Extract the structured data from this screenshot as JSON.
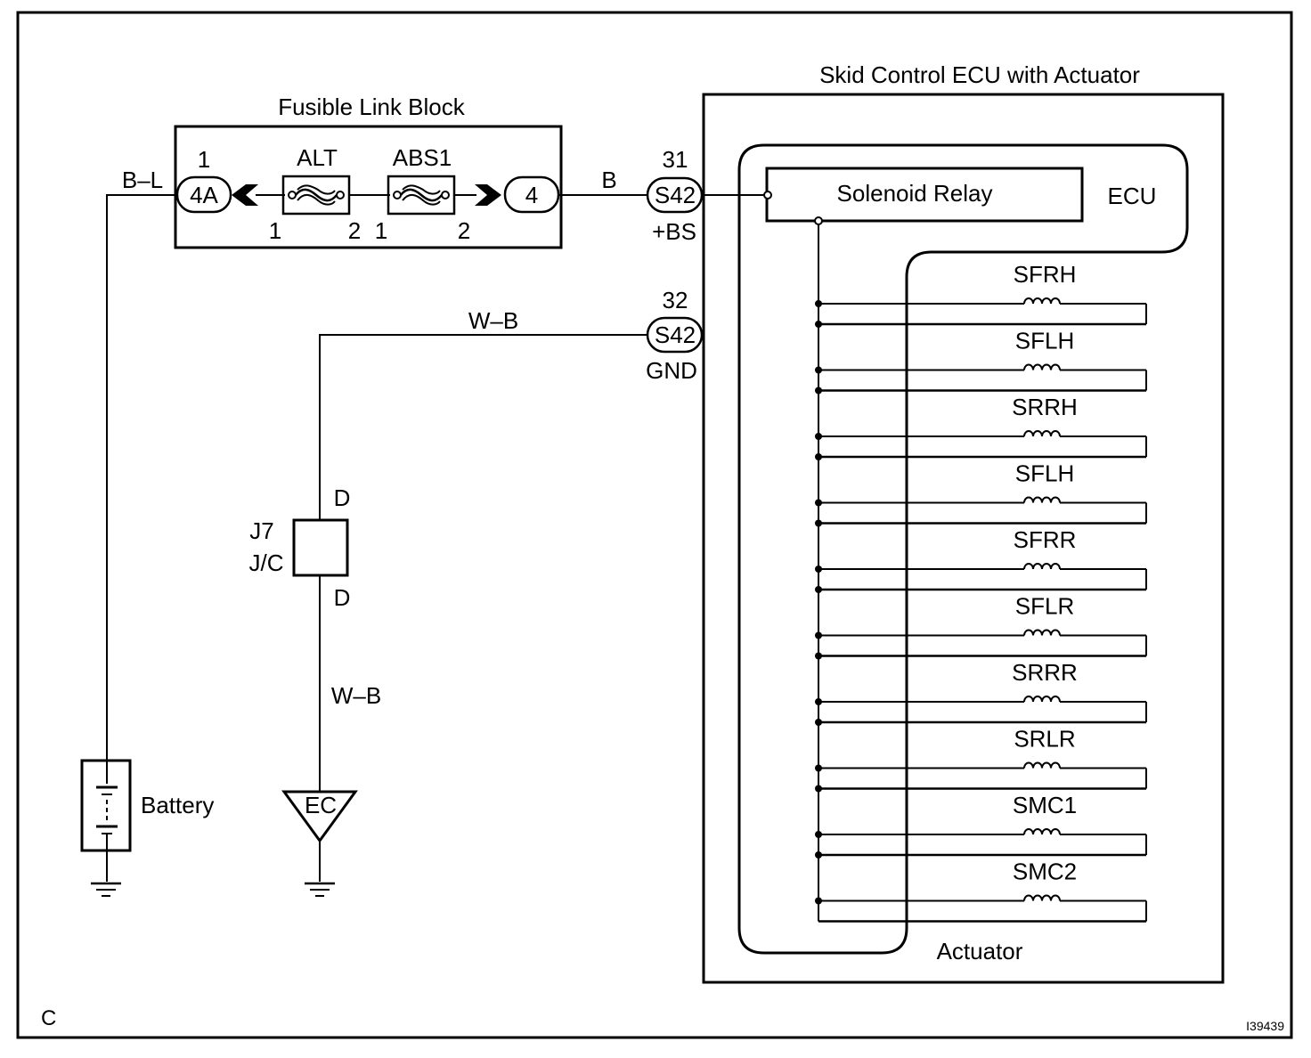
{
  "page": {
    "corner_label": "C",
    "figure_id": "I39439"
  },
  "fusible_link_block": {
    "title": "Fusible Link Block",
    "left_connector": "4A",
    "left_pin": "1",
    "right_connector": "4",
    "fuses": [
      {
        "name": "ALT",
        "pin_in": "1",
        "pin_out": "2"
      },
      {
        "name": "ABS1",
        "pin_in": "1",
        "pin_out": "2"
      }
    ]
  },
  "wires": {
    "battery_feed": "B–L",
    "power": "B",
    "ground": "W–B",
    "ground_lower": "W–B"
  },
  "ecu_assembly": {
    "title": "Skid Control ECU with Actuator",
    "ecu_label": "ECU",
    "relay_label": "Solenoid Relay",
    "actuator_label": "Actuator",
    "power_connector": {
      "id": "S42",
      "pin": "31",
      "signal": "+BS"
    },
    "ground_connector": {
      "id": "S42",
      "pin": "32",
      "signal": "GND"
    },
    "solenoids": [
      "SFRH",
      "SFLH",
      "SRRH",
      "SFLH",
      "SFRR",
      "SFLR",
      "SRRR",
      "SRLR",
      "SMC1",
      "SMC2"
    ]
  },
  "junction": {
    "id": "J7",
    "type": "J/C",
    "pin_top": "D",
    "pin_bottom": "D"
  },
  "battery": {
    "label": "Battery"
  },
  "ground_point": {
    "label": "EC"
  }
}
